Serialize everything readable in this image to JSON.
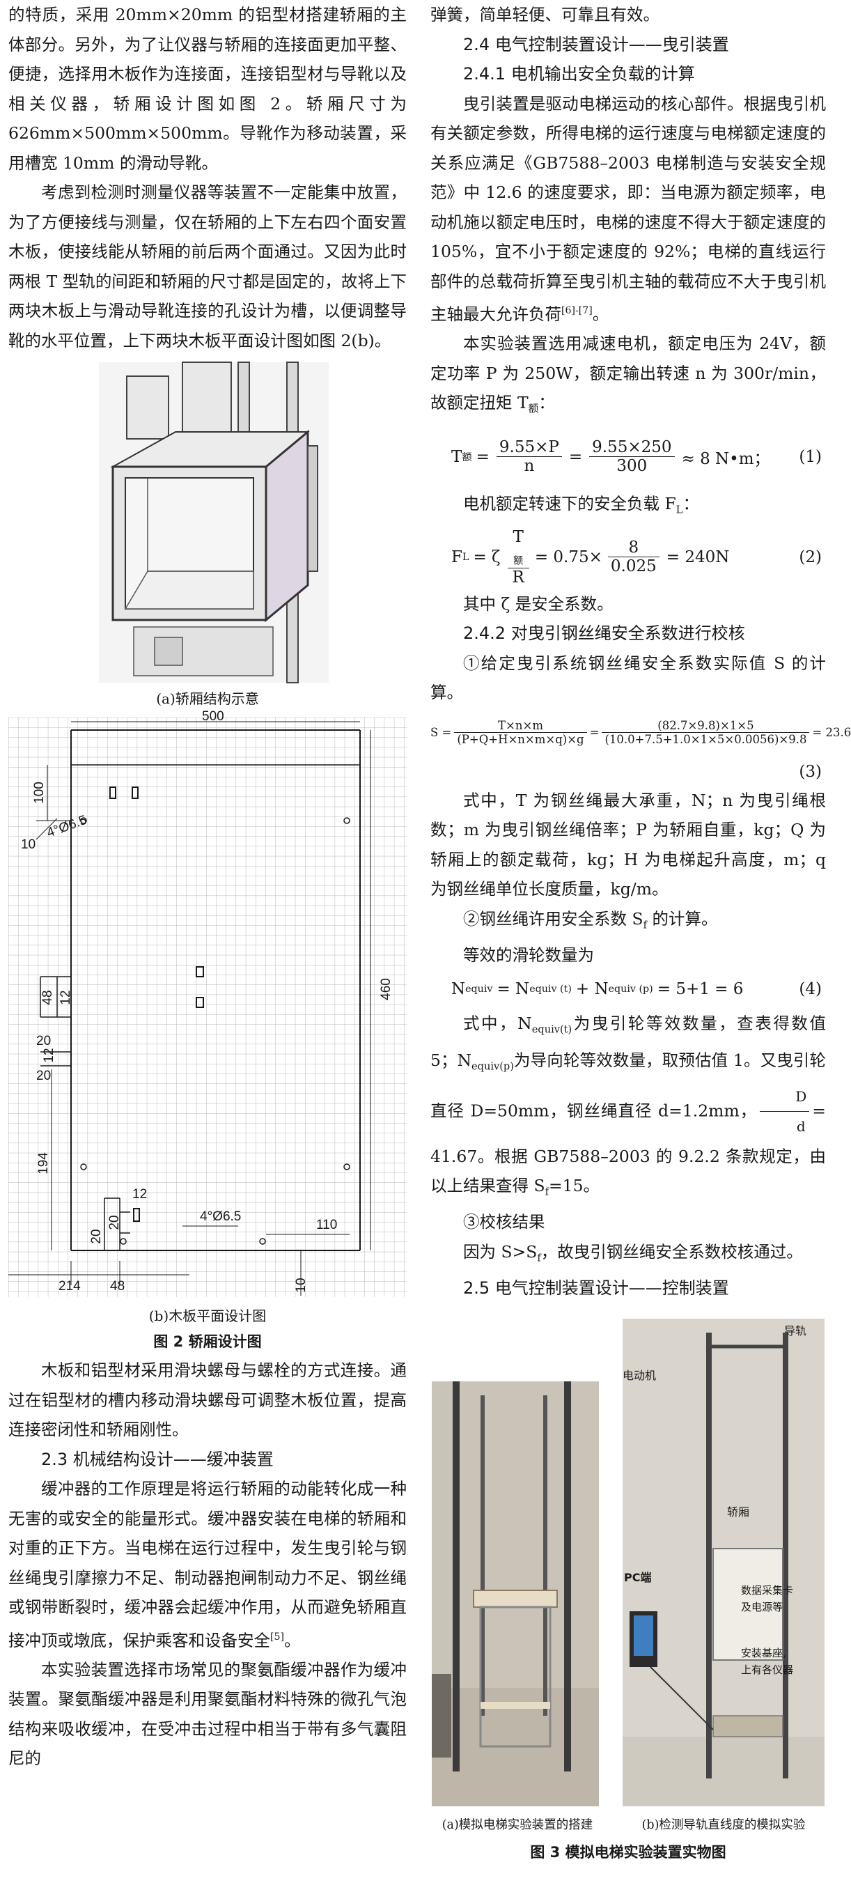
{
  "left_col": {
    "p1": "的特质，采用 20mm×20mm 的铝型材搭建轿厢的主体部分。另外，为了让仪器与轿厢的连接面更加平整、便捷，选择用木板作为连接面，连接铝型材与导靴以及相关仪器，轿厢设计图如图 2。轿厢尺寸为 626mm×500mm×500mm。导靴作为移动装置，采用槽宽 10mm 的滑动导靴。",
    "p2": "考虑到检测时测量仪器等装置不一定能集中放置，为了方便接线与测量，仅在轿厢的上下左右四个面安置木板，使接线能从轿厢的前后两个面通过。又因为此时两根 T 型轨的间距和轿厢的尺寸都是固定的，故将上下两块木板上与滑动导靴连接的孔设计为槽，以便调整导靴的水平位置，上下两块木板平面设计图如图 2(b)。",
    "fig2a_caption": "(a)轿厢结构示意",
    "fig2b_caption": "(b)木板平面设计图",
    "fig2_caption": "图 2  轿厢设计图",
    "p3": "木板和铝型材采用滑块螺母与螺栓的方式连接。通过在铝型材的槽内移动滑块螺母可调整木板位置，提高连接密闭性和轿厢刚性。",
    "h23": "2.3 机械结构设计——缓冲装置",
    "p4": "缓冲器的工作原理是将运行轿厢的动能转化成一种无害的或安全的能量形式。缓冲器安装在电梯的轿厢和对重的正下方。当电梯在运行过程中，发生曳引轮与钢丝绳曳引摩擦力不足、制动器抱闸制动力不足、钢丝绳或钢带断裂时，缓冲器会起缓冲作用，从而避免轿厢直接冲顶或墩底，保护乘客和设备安全",
    "p4_ref": "[5]",
    "p4_end": "。",
    "p5": "本实验装置选择市场常见的聚氨酯缓冲器作为缓冲装置。聚氨酯缓冲器是利用聚氨酯材料特殊的微孔气泡结构来吸收缓冲，在受冲击过程中相当于带有多气囊阻尼的"
  },
  "drawing": {
    "dim_500": "500",
    "dim_100": "100",
    "dim_10a": "10",
    "hole_note_a": "4°Ø6.5",
    "dim_48a": "48",
    "dim_12a": "12",
    "dim_20a": "20",
    "dim_12b": "12",
    "dim_20b": "20",
    "dim_460": "460",
    "dim_194": "194",
    "dim_12c": "12",
    "dim_20c": "20",
    "dim_20d": "20",
    "hole_note_b": "4°Ø6.5",
    "dim_110": "110",
    "dim_214": "214",
    "dim_48b": "48",
    "dim_10b": "10"
  },
  "right_col": {
    "p_top": "弹簧，简单轻便、可靠且有效。",
    "h24": "2.4 电气控制装置设计——曳引装置",
    "h241": "2.4.1 电机输出安全负载的计算",
    "p6": "曳引装置是驱动电梯运动的核心部件。根据曳引机有关额定参数，所得电梯的运行速度与电梯额定速度的关系应满足《GB7588–2003 电梯制造与安装安全规范》中 12.6 的速度要求，即：当电源为额定频率，电动机施以额定电压时，电梯的速度不得大于额定速度的 105%，宜不小于额定速度的 92%；电梯的直线运行部件的总载荷折算至曳引机主轴的载荷应不大于曳引机主轴最大允许负荷",
    "p6_ref": "[6]-[7]",
    "p6_end": "。",
    "p7": "本实验装置选用减速电机，额定电压为 24V，额定功率 P 为 250W，额定输出转速 n 为 300r/min，故额定扭矩 T",
    "p7_sub": "额",
    "p7_end": "：",
    "eq1": {
      "lhs": "T",
      "lhs_sub": "额",
      "f1_num": "9.55×P",
      "f1_den": "n",
      "f2_num": "9.55×250",
      "f2_den": "300",
      "rhs": "≈ 8 N•m；",
      "num": "(1)"
    },
    "p8": "电机额定转速下的安全负载 F",
    "p8_sub": "L",
    "p8_end": "：",
    "eq2": {
      "lhs": "F",
      "lhs_sub": "L",
      "zeta": "= ζ",
      "f1_num": "T",
      "f1_num_sub": "额",
      "f1_den": "R",
      "mid": "= 0.75×",
      "f2_num": "8",
      "f2_den": "0.025",
      "rhs": "= 240N",
      "num": "(2)"
    },
    "p9": "其中 ζ 是安全系数。",
    "h242": "2.4.2 对曳引钢丝绳安全系数进行校核",
    "p10": "①给定曳引系统钢丝绳安全系数实际值 S 的计算。",
    "eq3": {
      "lhs": "S =",
      "f1_num": "T×n×m",
      "f1_den": "(P+Q+H×n×m×q)×g",
      "f2_num": "(82.7×9.8)×1×5",
      "f2_den": "(10.0+7.5+1.0×1×5×0.0056)×9.8",
      "rhs": "= 23.6",
      "num": "(3)"
    },
    "p11": "式中，T 为钢丝绳最大承重，N；n 为曳引绳根数；m 为曳引钢丝绳倍率；P 为轿厢自重，kg；Q 为轿厢上的额定载荷，kg；H 为电梯起升高度，m；q 为钢丝绳单位长度质量，kg/m。",
    "p12": "②钢丝绳许用安全系数 S",
    "p12_sub": "f",
    "p12_end": " 的计算。",
    "p13": "等效的滑轮数量为",
    "eq4": {
      "t1": "N",
      "t1_sub": "equiv",
      "t2": "= N",
      "t2_sub": "equiv (t)",
      "t3": "+ N",
      "t3_sub": "equiv (p)",
      "rhs": "= 5+1 = 6",
      "num": "(4)"
    },
    "p14a": "式中，N",
    "p14a_sub": "equiv(t)",
    "p14b": "为曳引轮等效数量，查表得数值 5；N",
    "p14b_sub": "equiv(p)",
    "p14c": "为导向轮等效数量，取预估值 1。又曳引轮直径 D=50mm，钢丝绳直径 d=1.2mm，",
    "p14_frac_num": "D",
    "p14_frac_den": "d",
    "p14d": "= 41.67。根据 GB7588–2003 的 9.2.2 条款规定，由以上结果查得 S",
    "p14d_sub": "f",
    "p14e": "=15。",
    "p15": "③校核结果",
    "p16": "因为 S>S",
    "p16_sub": "f",
    "p16_end": "，故曳引钢丝绳安全系数校核通过。",
    "h25": "2.5 电气控制装置设计——控制装置",
    "photo_labels": {
      "motor": "电动机",
      "rail": "导轨",
      "car": "轿厢",
      "pc": "PC端",
      "daq": "数据采集卡\n及电源等",
      "base": "安装基座,\n上有各仪器"
    },
    "fig3a_caption": "(a)模拟电梯实验装置的搭建",
    "fig3b_caption": "(b)检测导轨直线度的模拟实验",
    "fig3_caption": "图 3  模拟电梯实验装置实物图"
  },
  "colors": {
    "grid": "#b9b9b9",
    "line": "#1a1a1a",
    "photo_bg": "#d8d3c9"
  }
}
